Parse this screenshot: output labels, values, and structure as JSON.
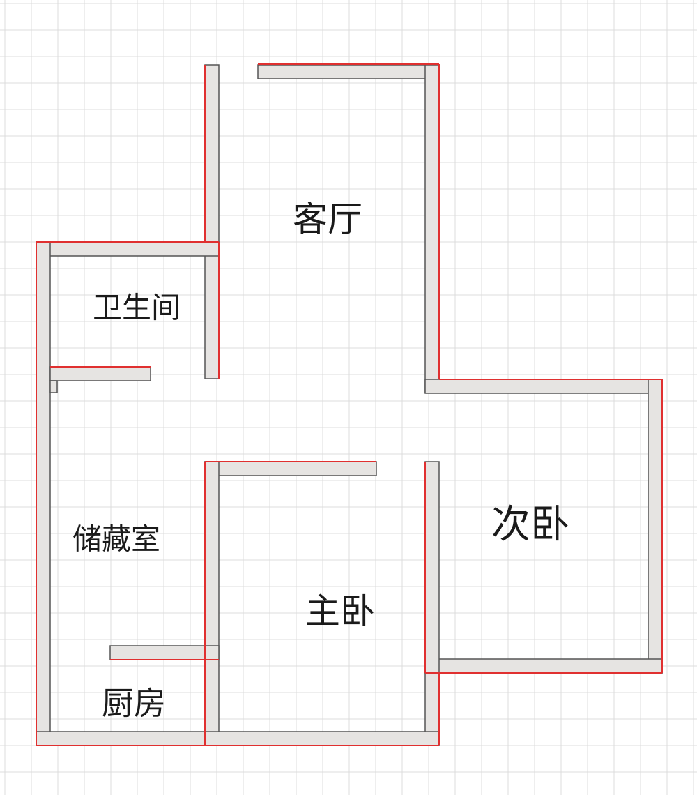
{
  "rooms": {
    "living_room": "客厅",
    "bathroom": "卫生间",
    "storage_room": "储藏室",
    "master_bedroom": "主卧",
    "second_bedroom": "次卧",
    "kitchen": "厨房"
  },
  "colors": {
    "background": "#ffffff",
    "grid": "#dcdcdc",
    "wall_fill": "#e6e4e2",
    "wall_outline": "#555555",
    "accent_line": "#e03030"
  }
}
